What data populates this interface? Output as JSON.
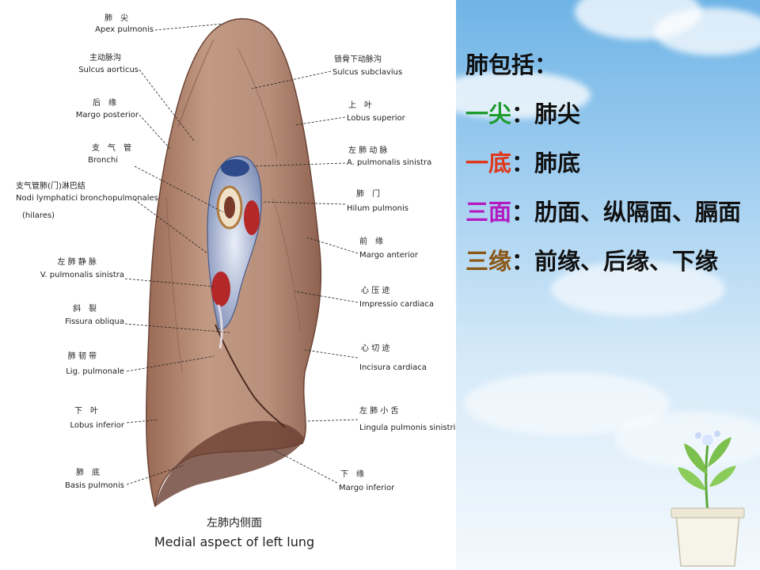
{
  "caption": {
    "cn": "左肺内侧面",
    "en": "Medial aspect of left lung"
  },
  "labels_left": [
    {
      "cn": "肺　尖",
      "la": "Apex pulmonis"
    },
    {
      "cn": "主动脉沟",
      "la": "Sulcus aorticus"
    },
    {
      "cn": "后　缘",
      "la": "Margo posterior"
    },
    {
      "cn": "支　气　管",
      "la": "Bronchi"
    },
    {
      "cn": "支气管肺(门)淋巴结",
      "la": "Nodi lymphatici bronchopulmonales",
      "la2": "(hilares)"
    },
    {
      "cn": "左 肺 静 脉",
      "la": "V. pulmonalis sinistra"
    },
    {
      "cn": "斜　裂",
      "la": "Fissura obliqua"
    },
    {
      "cn": "肺 韧 带",
      "la": "Lig. pulmonale"
    },
    {
      "cn": "下　叶",
      "la": "Lobus inferior"
    },
    {
      "cn": "肺　底",
      "la": "Basis pulmonis"
    }
  ],
  "labels_right": [
    {
      "cn": "锁骨下动脉沟",
      "la": "Sulcus subclavius"
    },
    {
      "cn": "上　叶",
      "la": "Lobus superior"
    },
    {
      "cn": "左 肺 动 脉",
      "la": "A. pulmonalis sinistra"
    },
    {
      "cn": "肺　门",
      "la": "Hilum pulmonis"
    },
    {
      "cn": "前　缘",
      "la": "Margo anterior"
    },
    {
      "cn": "心 压 迹",
      "la": "Impressio cardiaca"
    },
    {
      "cn": "心 切 迹",
      "la": "Incisura cardiaca"
    },
    {
      "cn": "左 肺 小 舌",
      "la": "Lingula pulmonis sinistri"
    },
    {
      "cn": "下　缘",
      "la": "Margo inferior"
    }
  ],
  "text": {
    "heading": "肺包括：",
    "items": [
      {
        "key": "一尖",
        "colon": "：",
        "value": "肺尖",
        "color": "#1f9a2f"
      },
      {
        "key": "一底",
        "colon": "：",
        "value": "肺底",
        "color": "#e0381a"
      },
      {
        "key": "三面",
        "colon": "：",
        "value": "肋面、纵隔面、膈面",
        "color": "#b31bc0"
      },
      {
        "key": "三缘",
        "colon": "：",
        "value": "前缘、后缘、下缘",
        "color": "#8a5716"
      }
    ]
  }
}
